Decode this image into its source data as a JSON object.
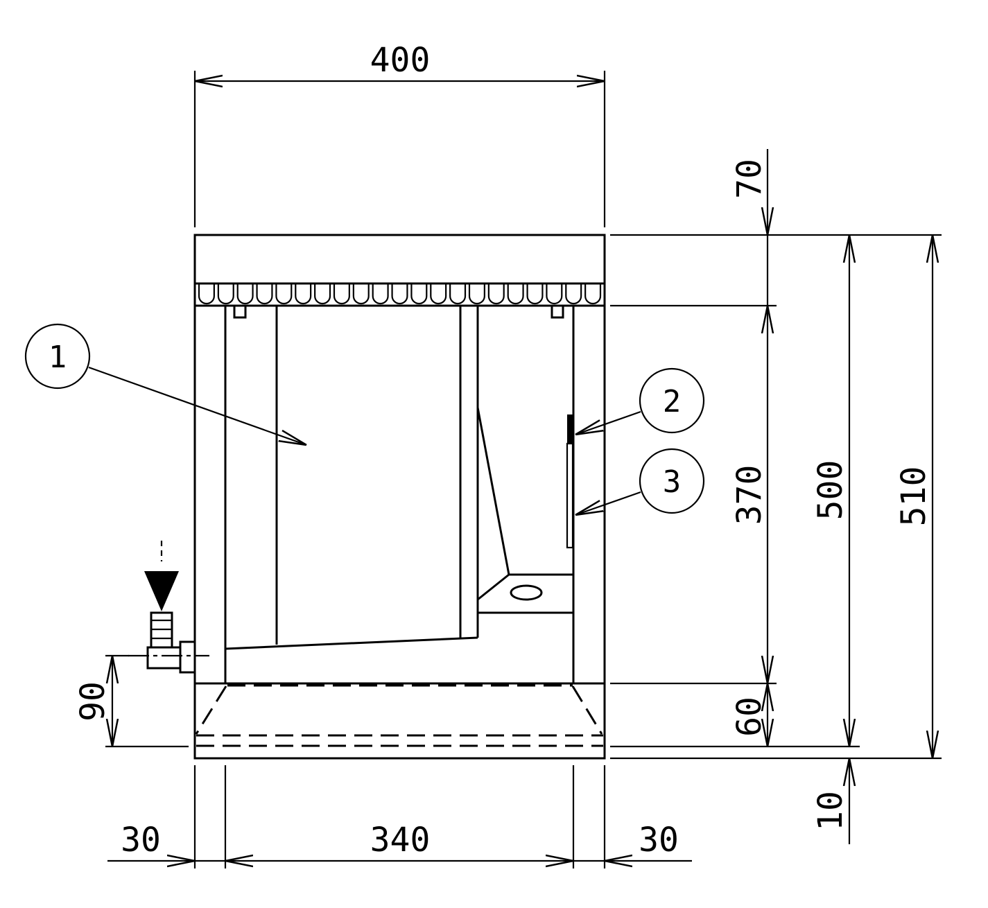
{
  "dimensions": {
    "width_total": "400",
    "top_section": "70",
    "inner_height": "370",
    "bottom_section": "60",
    "height_500": "500",
    "height_510": "510",
    "foot": "10",
    "drain_height": "90",
    "side_left": "30",
    "inner_width": "340",
    "side_right": "30"
  },
  "callouts": [
    "1",
    "2",
    "3"
  ]
}
